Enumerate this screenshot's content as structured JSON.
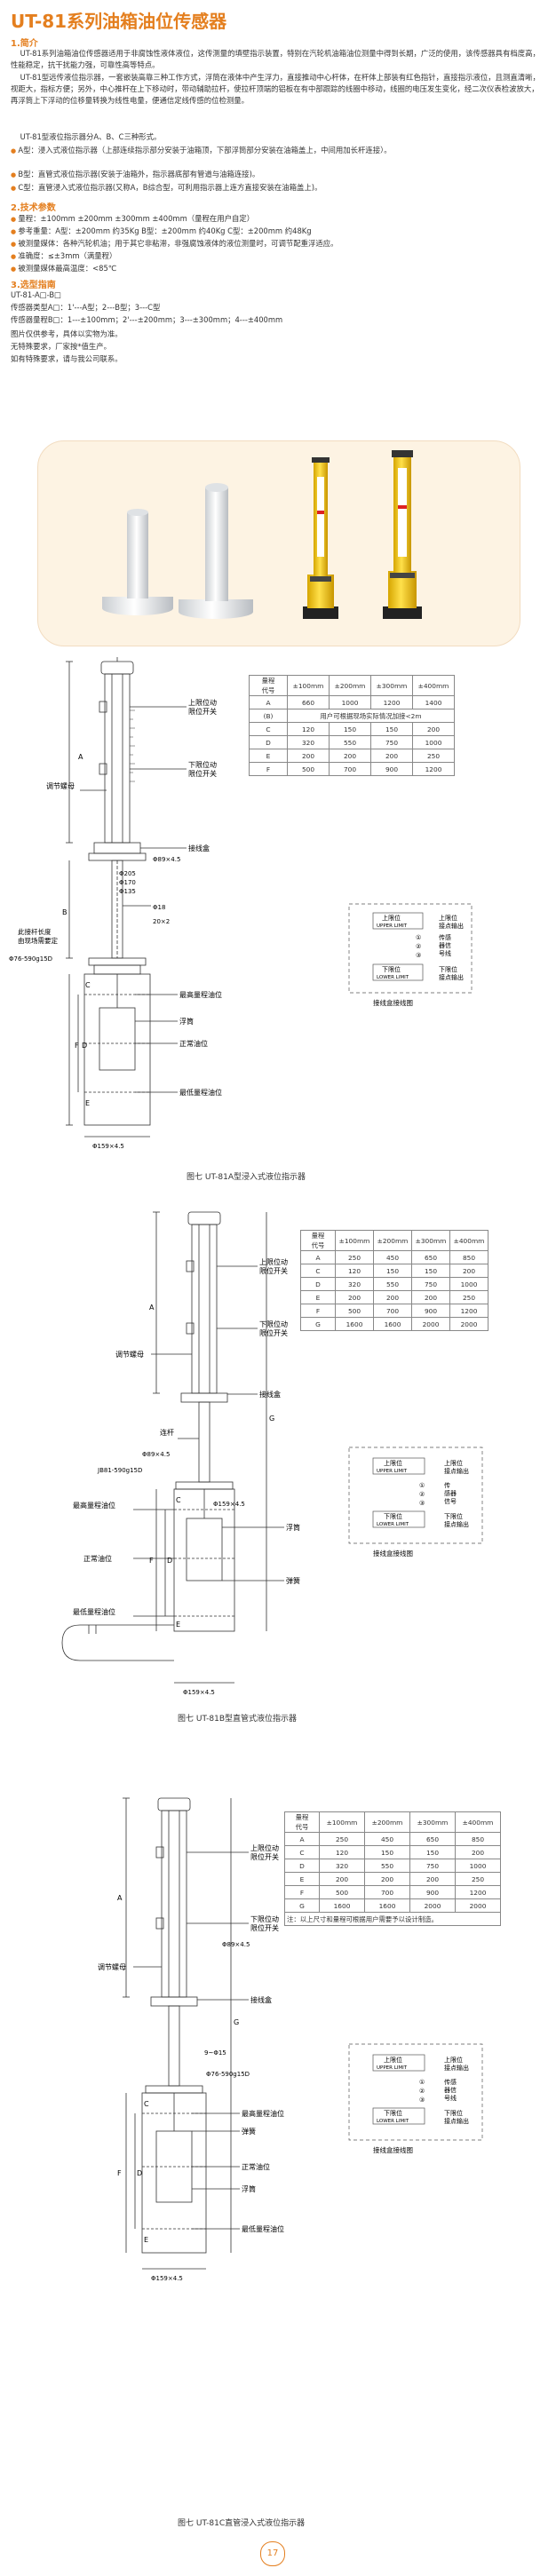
{
  "title": "UT-81系列油箱油位传感器",
  "intro": {
    "heading": "1.简介",
    "p1": "UT-81系列油箱油位传感器适用于非腐蚀性液体液位，这传测量的填壁指示装置，特别在汽轮机油箱油位测量中得到长期，广泛的使用，该传感器具有档度高，性能稳定，抗干扰能力强，可靠性高等特点。",
    "p2": "UT-81型远传液位指示器，一套嵌装高靠三种工作方式，浮筒在液体中产生浮力，直接推动中心杆体，在杆体上部装有红色指针，直接指示液位，且测直清晰，视距大，指标方便；另外，中心推杆在上下移动时，带动辅助拉杆，使拉杆顶端的铝板在有中部跟踪的线圈中移动，线圈的电压发生变化，经二次仪表检波放大，再浮筒上下浮动的位移量转换为线性电量，便通信定线传感的位检测量。",
    "p3": "UT-81型液位指示器分A、B、C三种形式。"
  },
  "types": [
    "A型：浸入式液位指示器（上部连续指示部分安装于油箱顶，下部浮筒部分安装在油箱盖上，中间用加长杆连接）。",
    "B型：直管式液位指示器(安装于油箱外，指示器底部有管道与油箱连接)。",
    "C型：直管浸入式液位指示器(又称A，B综合型，可利用指示器上连方直接安装在油箱盖上)。"
  ],
  "tech": {
    "heading": "2.技术参数",
    "items": [
      "量程：±100mm ±200mm ±300mm ±400mm（量程在用户自定）",
      "参考重量：A型：±200mm 约35Kg    B型：±200mm 约40Kg    C型：±200mm 约48Kg",
      "被测量媒体：各种汽轮机油；用于其它非粘滞，非强腐蚀液体的液位测量时，可调节配重浮适应。",
      "准确度：≤±3mm（满量程）",
      "被测量媒体最高温度：<85℃"
    ]
  },
  "order": {
    "heading": "3.选型指南",
    "lines": [
      "UT-81-A□-B□",
      "传感器类型A□：1'---A型；2---B型；3---C型",
      "传感器量程B□：1---±100mm；2'---±200mm；3---±300mm；4---±400mm",
      "图片仅供参考，具体以实物为准。",
      "无特殊要求，厂家按*值生产。",
      "如有特殊要求，请与我公司联系。"
    ]
  },
  "diagrams": [
    {
      "caption": "图七 UT-81A型浸入式液位指示器",
      "labels": {
        "upper_switch": "上限位动",
        "upper_switch2": "限位开关",
        "lower_switch": "下限位动",
        "lower_switch2": "限位开关",
        "nut": "调节螺母",
        "junction": "接线盒",
        "rod_length": "此接杆长度",
        "rod_length2": "由现场需要定",
        "max_level": "最高量程油位",
        "float": "浮筒",
        "normal_level": "正常油位",
        "min_level": "最低量程油位",
        "flange": "Φ76-590g15D",
        "dim_holes": "Φ89×4.5",
        "dim_tube": "Φ159×4.5",
        "dim_d18": "Φ18",
        "dim_20x2": "20×2",
        "dim_205": "Φ205",
        "dim_170": "Φ170",
        "dim_135": "Φ135",
        "letter_a": "A",
        "letter_b": "B",
        "letter_c": "C",
        "letter_d": "D",
        "letter_e": "E",
        "letter_f": "F"
      },
      "table": {
        "header": [
          "量程\n代号",
          "±100mm",
          "±200mm",
          "±300mm",
          "±400mm"
        ],
        "rows": [
          [
            "A",
            "660",
            "1000",
            "1200",
            "1400"
          ],
          [
            "(B)",
            "用户可根据现场实际情况加接<2m",
            "",
            "",
            ""
          ],
          [
            "C",
            "120",
            "150",
            "150",
            "200"
          ],
          [
            "D",
            "320",
            "550",
            "750",
            "1000"
          ],
          [
            "E",
            "200",
            "200",
            "200",
            "250"
          ],
          [
            "F",
            "500",
            "700",
            "900",
            "1200"
          ]
        ]
      },
      "wiring": {
        "upper": "上限位",
        "upper_en": "UPPER LIMIT",
        "lower": "下限位",
        "lower_en": "LOWER LIMIT",
        "upper_out": "上限位",
        "upper_out2": "接点输出",
        "sensor": "传感",
        "sensor2": "器信",
        "sensor3": "号线",
        "lower_out": "下限位",
        "lower_out2": "接点输出",
        "caption": "接线盒接线图",
        "n1": "①",
        "n2": "②",
        "n3": "③"
      }
    },
    {
      "caption": "图七 UT-81B型直管式液位指示器",
      "labels": {
        "upper_switch": "上限位动",
        "upper_switch2": "限位开关",
        "lower_switch": "下限位动",
        "lower_switch2": "限位开关",
        "nut": "调节螺母",
        "junction": "接线盒",
        "rod": "连杆",
        "max_level": "最高量程油位",
        "float": "浮筒",
        "normal_level": "正常油位",
        "spring": "弹簧",
        "min_level": "最低量程油位",
        "flange": "JB81-590g15D",
        "dim_holes": "Φ89×4.5",
        "dim_tube": "Φ159×4.5",
        "letter_a": "A",
        "letter_c": "C",
        "letter_d": "D",
        "letter_e": "E",
        "letter_f": "F",
        "letter_g": "G"
      },
      "table": {
        "header": [
          "量程\n代号",
          "±100mm",
          "±200mm",
          "±300mm",
          "±400mm"
        ],
        "rows": [
          [
            "A",
            "250",
            "450",
            "650",
            "850"
          ],
          [
            "C",
            "120",
            "150",
            "150",
            "200"
          ],
          [
            "D",
            "320",
            "550",
            "750",
            "1000"
          ],
          [
            "E",
            "200",
            "200",
            "200",
            "250"
          ],
          [
            "F",
            "500",
            "700",
            "900",
            "1200"
          ],
          [
            "G",
            "1600",
            "1600",
            "2000",
            "2000"
          ]
        ]
      },
      "wiring": {
        "upper": "上限位",
        "upper_en": "UPPER LIMIT",
        "lower": "下限位",
        "lower_en": "LOWER LIMIT",
        "upper_out": "上限位",
        "upper_out2": "接点输出",
        "sensor": "传",
        "sensor2": "感器",
        "sensor3": "信号",
        "lower_out": "下限位",
        "lower_out2": "接点输出",
        "caption": "接线盒接线图",
        "n1": "①",
        "n2": "②",
        "n3": "③"
      }
    },
    {
      "caption": "图七 UT-81C直管浸入式液位指示器",
      "labels": {
        "upper_switch": "上限位动",
        "upper_switch2": "限位开关",
        "lower_switch": "下限位动",
        "lower_switch2": "限位开关",
        "nut": "调节螺母",
        "junction": "接线盒",
        "max_level": "最高量程油位",
        "spring": "弹簧",
        "normal_level": "正常油位",
        "float": "浮筒",
        "min_level": "最低量程油位",
        "flange": "Φ76-590g15D",
        "dim_holes": "Φ89×4.5",
        "dim_tube": "Φ159×4.5",
        "dim_d9": "9~Φ15",
        "letter_a": "A",
        "letter_c": "C",
        "letter_d": "D",
        "letter_e": "E",
        "letter_f": "F",
        "letter_g": "G"
      },
      "table": {
        "header": [
          "量程\n代号",
          "±100mm",
          "±200mm",
          "±300mm",
          "±400mm"
        ],
        "rows": [
          [
            "A",
            "250",
            "450",
            "650",
            "850"
          ],
          [
            "C",
            "120",
            "150",
            "150",
            "200"
          ],
          [
            "D",
            "320",
            "550",
            "750",
            "1000"
          ],
          [
            "E",
            "200",
            "200",
            "200",
            "250"
          ],
          [
            "F",
            "500",
            "700",
            "900",
            "1200"
          ],
          [
            "G",
            "1600",
            "1600",
            "2000",
            "2000"
          ]
        ],
        "note": "注：以上尺寸和量程可根据用户需要予以设计制造。"
      },
      "wiring": {
        "upper": "上限位",
        "upper_en": "UPPER LIMIT",
        "lower": "下限位",
        "lower_en": "LOWER LIMIT",
        "upper_out": "上限位",
        "upper_out2": "接点输出",
        "sensor": "传感",
        "sensor2": "器信",
        "sensor3": "号线",
        "lower_out": "下限位",
        "lower_out2": "接点输出",
        "caption": "接线盒接线图",
        "n1": "①",
        "n2": "②",
        "n3": "③"
      }
    }
  ],
  "page_number": "17",
  "colors": {
    "accent": "#e47f1f",
    "photo_bg": "#fdf3e3",
    "yellow": "#f2c318",
    "white_tube": "#eef0f2"
  }
}
